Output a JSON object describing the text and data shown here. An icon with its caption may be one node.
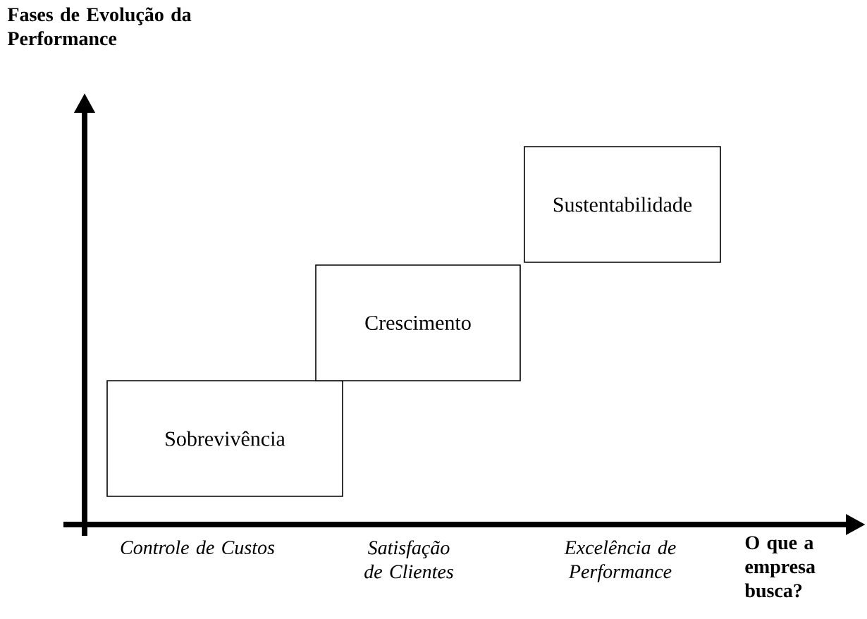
{
  "diagram": {
    "nodes": [
      {
        "text": [
          "Sobrevivência"
        ]
      },
      {
        "text": [
          "Crescimento"
        ]
      },
      {
        "text": [
          "Sustentabilidade"
        ]
      }
    ],
    "labels": [
      "Fases de Evolução da Performance",
      "Controle de Custos",
      "Satisfação de Clientes",
      "Excelência de Performance",
      "O que a empresa busca?"
    ]
  }
}
